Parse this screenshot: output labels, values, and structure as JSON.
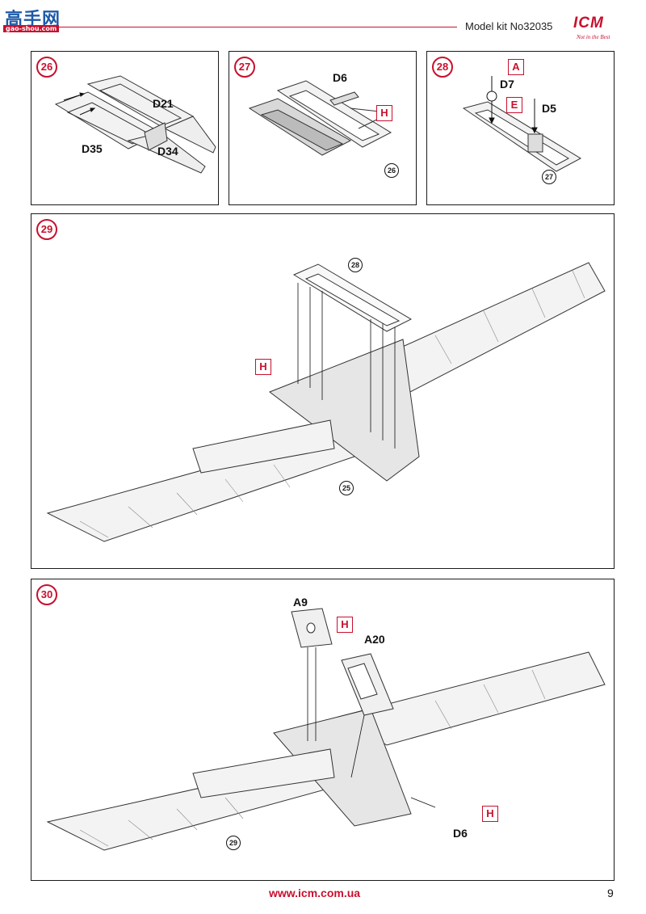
{
  "header": {
    "watermark": "高手网",
    "watermark_sub": "gao-shou.com",
    "kit_label": "Model kit No32035",
    "brand": "ICM",
    "slogan": "Not in the Best"
  },
  "steps": [
    {
      "number": "26",
      "parts": [
        "D21",
        "D35",
        "D34"
      ]
    },
    {
      "number": "27",
      "parts": [
        "D6"
      ],
      "tag": "H",
      "ref": "26"
    },
    {
      "number": "28",
      "parts": [
        "D7",
        "D5"
      ],
      "tags": [
        "A",
        "E"
      ],
      "ref": "27"
    },
    {
      "number": "29",
      "tag": "H",
      "refs": [
        "28",
        "25"
      ]
    },
    {
      "number": "30",
      "parts": [
        "A9",
        "A20",
        "D6"
      ],
      "tags": [
        "H",
        "H"
      ],
      "ref": "29"
    }
  ],
  "footer": {
    "url": "www.icm.com.ua",
    "page": "9"
  },
  "colors": {
    "accent": "#c8102e",
    "line": "#1a1a1a"
  }
}
